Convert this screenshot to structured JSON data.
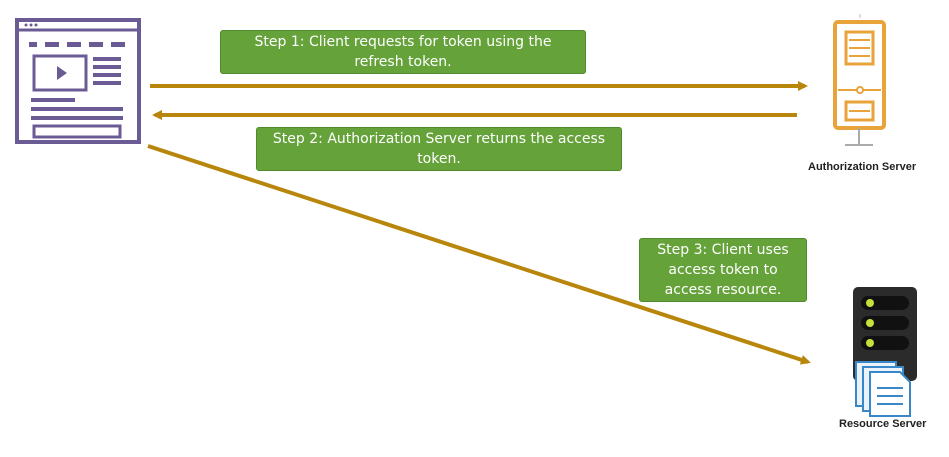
{
  "steps": {
    "step1": "Step 1: Client requests for token using the refresh token.",
    "step2": "Step 2: Authorization Server returns the access token.",
    "step3": "Step 3: Client uses access token to access resource."
  },
  "nodes": {
    "auth_server": "Authorization Server",
    "resource_server": "Resource Server"
  },
  "colors": {
    "arrow": "#b8860b",
    "step_box": "#65a33a",
    "client_icon": "#6b5b95",
    "auth_server_icon": "#e8a33a",
    "resource_server_body": "#2b2b2b",
    "resource_server_led": "#c7e03a",
    "document_icon": "#3a87c8"
  },
  "icons": {
    "client": "browser-window-icon",
    "auth_server": "server-tower-icon",
    "resource_server": "server-rack-icon",
    "documents": "documents-icon"
  }
}
